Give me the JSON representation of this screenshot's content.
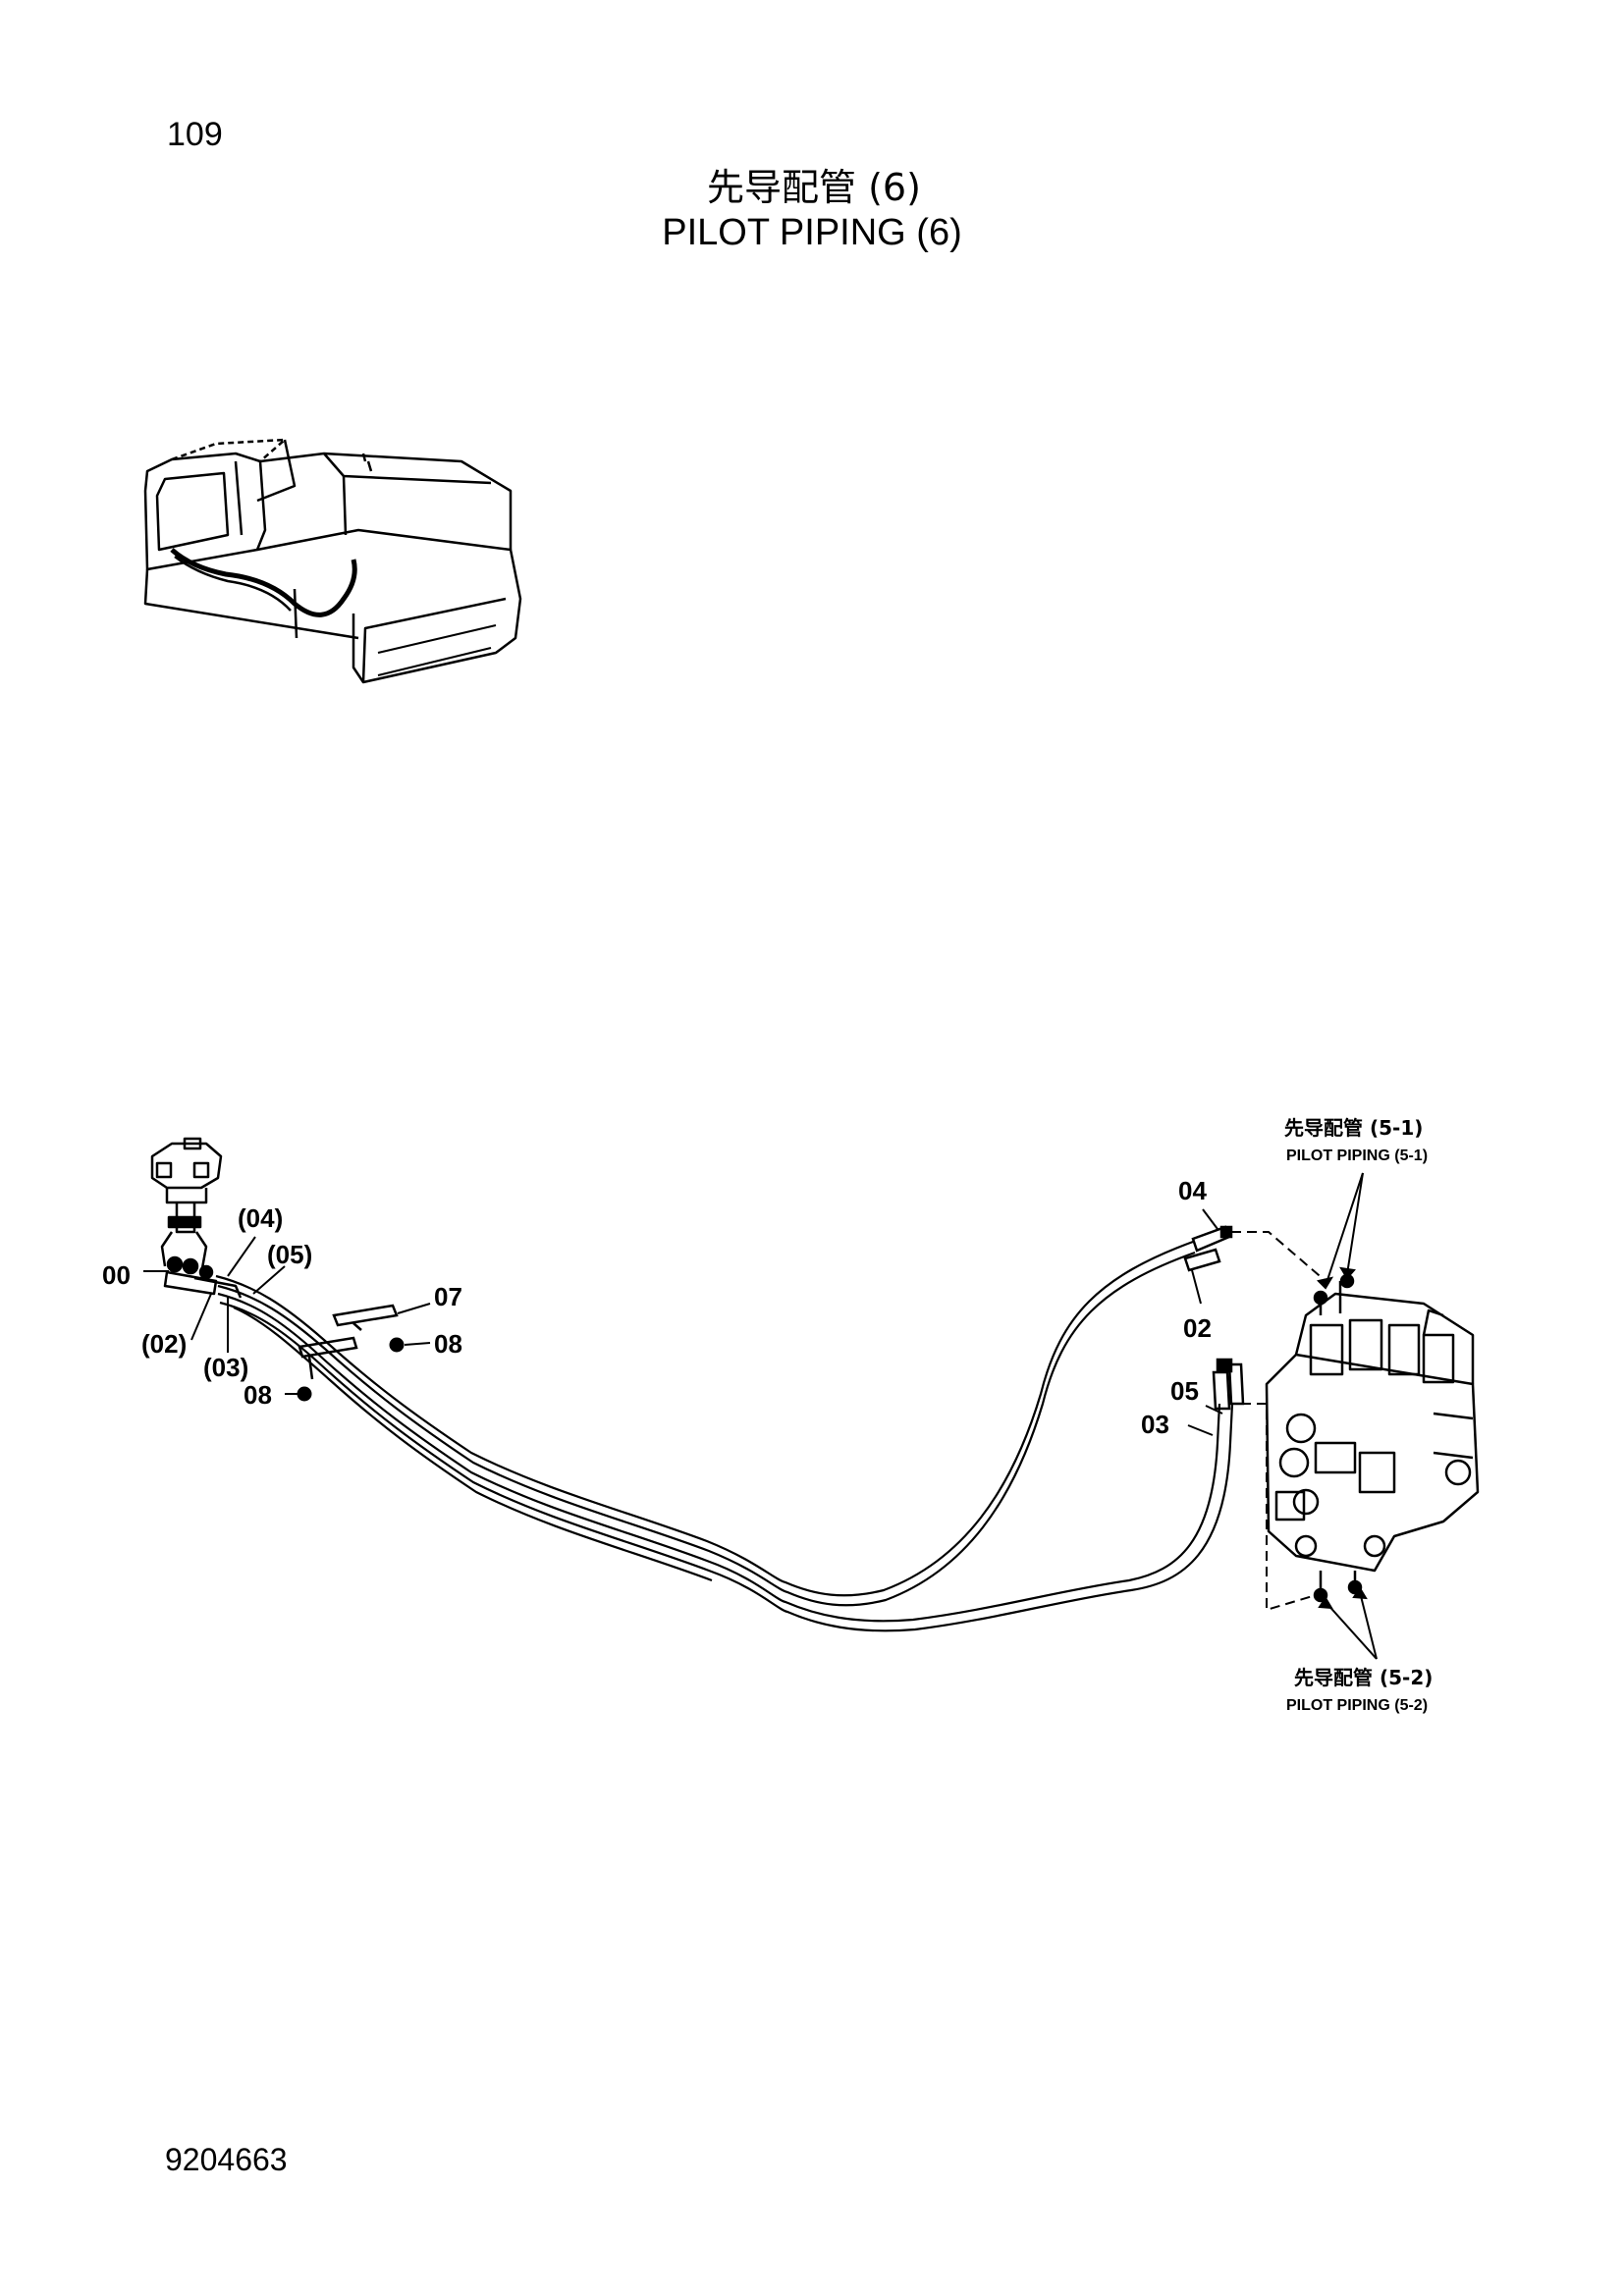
{
  "header": {
    "page_number": "109",
    "title_cn": "先导配管 (6)",
    "title_en": "PILOT PIPING (6)"
  },
  "callouts": {
    "c00": "00",
    "c02p": "(02)",
    "c03p": "(03)",
    "c04p": "(04)",
    "c05p": "(05)",
    "c07": "07",
    "c08a": "08",
    "c08b": "08",
    "c04": "04",
    "c02": "02",
    "c05": "05",
    "c03": "03"
  },
  "references": {
    "ref1_cn": "先导配管 (5-1)",
    "ref1_en": "PILOT PIPING (5-1)",
    "ref2_cn": "先导配管 (5-2)",
    "ref2_en": "PILOT PIPING (5-2)"
  },
  "footer": {
    "doc_number": "9204663"
  }
}
